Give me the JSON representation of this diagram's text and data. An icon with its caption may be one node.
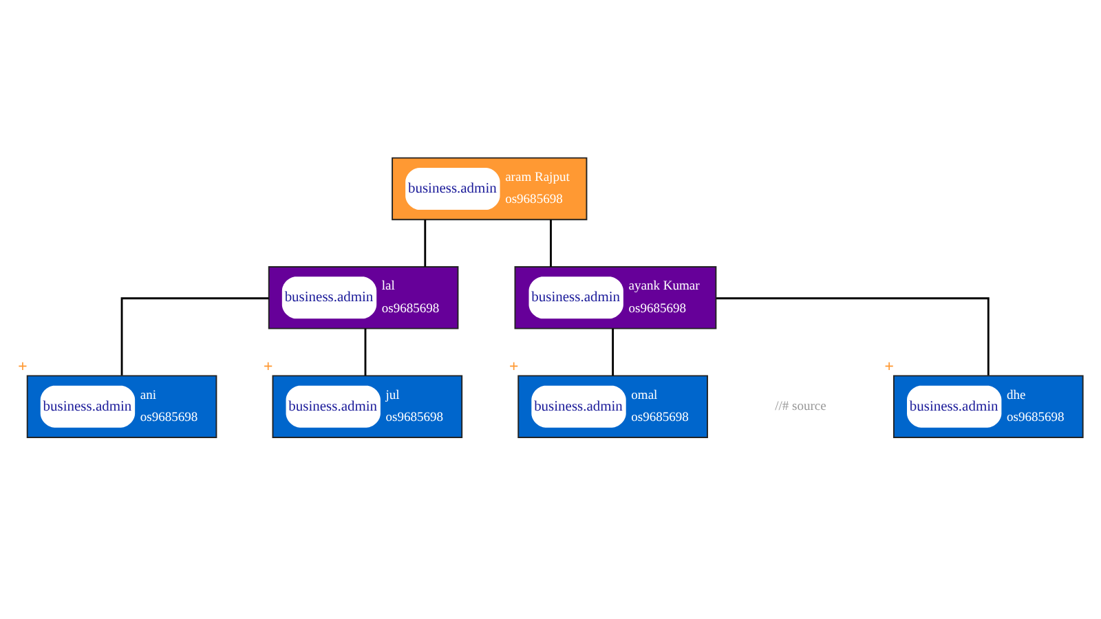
{
  "diagram": {
    "nodes": [
      {
        "text": [
          "business.admin",
          "aram Rajput",
          "os9685698"
        ]
      },
      {
        "text": [
          "business.admin",
          "lal",
          "os9685698"
        ]
      },
      {
        "text": [
          "business.admin",
          "ayank Kumar",
          "os9685698"
        ]
      },
      {
        "text": [
          "business.admin",
          "ani",
          "os9685698"
        ],
        "beside": [
          "+"
        ]
      },
      {
        "text": [
          "business.admin",
          "jul",
          "os9685698"
        ],
        "beside": [
          "+"
        ]
      },
      {
        "text": [
          "business.admin",
          "dhe",
          "os9685698"
        ],
        "beside": [
          "+"
        ]
      },
      {
        "text": [
          "business.admin",
          "omal",
          "os9685698"
        ],
        "beside": [
          "+"
        ]
      }
    ],
    "edges": [
      {
        "from": 0,
        "to": 1,
        "arrow": "none"
      },
      {
        "from": 0,
        "to": 2,
        "arrow": "none"
      },
      {
        "from": 1,
        "to": 3,
        "arrow": "none"
      },
      {
        "from": 1,
        "to": 4,
        "arrow": "none"
      },
      {
        "from": 2,
        "to": 5,
        "arrow": "none"
      },
      {
        "from": 2,
        "to": 6,
        "arrow": "none"
      }
    ],
    "labels": [
      "//# source"
    ]
  }
}
